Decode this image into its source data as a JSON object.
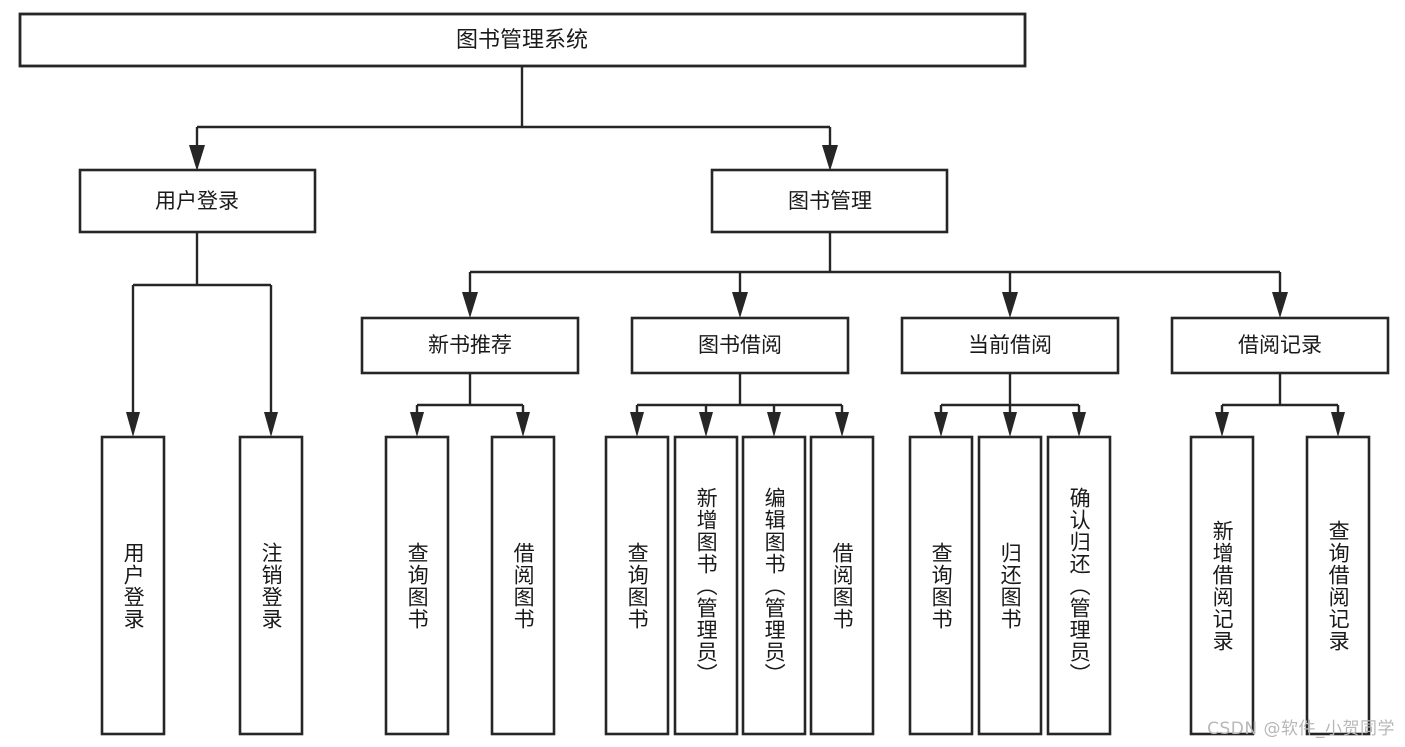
{
  "diagram": {
    "title": "图书管理系统",
    "type": "tree-hierarchy",
    "root": {
      "label": "图书管理系统"
    },
    "level1": [
      {
        "label": "用户登录"
      },
      {
        "label": "图书管理"
      }
    ],
    "level2": [
      {
        "label": "新书推荐",
        "parent": "图书管理"
      },
      {
        "label": "图书借阅",
        "parent": "图书管理"
      },
      {
        "label": "当前借阅",
        "parent": "图书管理"
      },
      {
        "label": "借阅记录",
        "parent": "图书管理"
      }
    ],
    "leaves": {
      "user_login": [
        {
          "label": "用户登录"
        },
        {
          "label": "注销登录"
        }
      ],
      "new_book_recommend": [
        {
          "label": "查询图书"
        },
        {
          "label": "借阅图书"
        }
      ],
      "book_borrow": [
        {
          "label": "查询图书"
        },
        {
          "label": "新增图书（管理员）"
        },
        {
          "label": "编辑图书（管理员）"
        },
        {
          "label": "借阅图书"
        }
      ],
      "current_borrow": [
        {
          "label": "查询图书"
        },
        {
          "label": "归还图书"
        },
        {
          "label": "确认归还（管理员）"
        }
      ],
      "borrow_record": [
        {
          "label": "新增借阅记录"
        },
        {
          "label": "查询借阅记录"
        }
      ]
    }
  },
  "watermark": {
    "text": "CSDN @软件_小贺同学"
  },
  "colors": {
    "stroke": "#262626",
    "fill": "#ffffff",
    "text": "#1a1a1a",
    "watermark": "#b8b8b8"
  }
}
